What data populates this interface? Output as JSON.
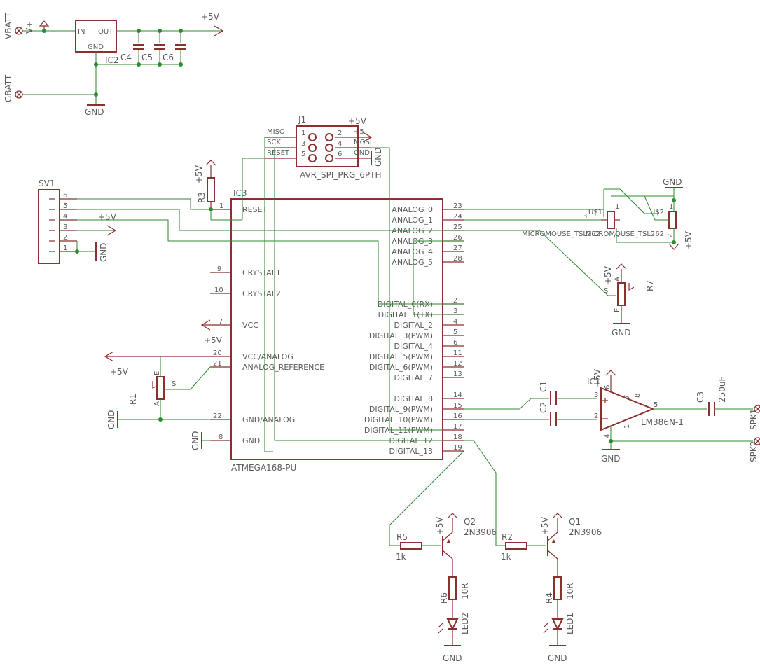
{
  "net": {
    "vbatt": "VBATT",
    "gbatt": "GBATT",
    "vplus": "V+",
    "p5": "+5V",
    "gnd": "GND"
  },
  "regulator": {
    "name": "IC2",
    "in": "IN",
    "out": "OUT",
    "gnd": "GND"
  },
  "caps_top": [
    "C4",
    "C5",
    "C6"
  ],
  "j1": {
    "name": "J1",
    "part": "AVR_SPI_PRG_6PTH",
    "left_labels": [
      "MISO",
      "SCK",
      "RESET"
    ],
    "right_labels": [
      "+5",
      "MOSI",
      "GND"
    ],
    "pins_left": [
      "1",
      "3",
      "5"
    ],
    "pins_right": [
      "2",
      "4",
      "6"
    ]
  },
  "sv1": {
    "name": "SV1",
    "pins": [
      "6",
      "5",
      "4",
      "3",
      "2",
      "1"
    ]
  },
  "ic3": {
    "name": "IC3",
    "part": "ATMEGA168-PU",
    "left_pins": [
      {
        "num": "1",
        "label": "RESET"
      },
      {
        "num": "9",
        "label": "CRYSTAL1"
      },
      {
        "num": "10",
        "label": "CRYSTAL2"
      },
      {
        "num": "7",
        "label": "VCC"
      },
      {
        "num": "20",
        "label": "VCC/ANALOG"
      },
      {
        "num": "21",
        "label": "ANALOG_REFERENCE"
      },
      {
        "num": "22",
        "label": "GND/ANALOG"
      },
      {
        "num": "8",
        "label": "GND"
      }
    ],
    "right_pins": [
      {
        "num": "23",
        "label": "ANALOG_0"
      },
      {
        "num": "24",
        "label": "ANALOG_1"
      },
      {
        "num": "25",
        "label": "ANALOG_2"
      },
      {
        "num": "26",
        "label": "ANALOG_3"
      },
      {
        "num": "27",
        "label": "ANALOG_4"
      },
      {
        "num": "28",
        "label": "ANALOG_5"
      },
      {
        "num": "2",
        "label": "DIGITAL_0(RX)"
      },
      {
        "num": "3",
        "label": "DIGITAL_1(TX)"
      },
      {
        "num": "4",
        "label": "DIGITAL_2"
      },
      {
        "num": "5",
        "label": "DIGITAL_3(PWM)"
      },
      {
        "num": "6",
        "label": "DIGITAL_4"
      },
      {
        "num": "11",
        "label": "DIGITAL_5(PWM)"
      },
      {
        "num": "12",
        "label": "DIGITAL_6(PWM)"
      },
      {
        "num": "13",
        "label": "DIGITAL_7"
      },
      {
        "num": "14",
        "label": "DIGITAL_8"
      },
      {
        "num": "15",
        "label": "DIGITAL_9(PWM)"
      },
      {
        "num": "16",
        "label": "DIGITAL_10(PWM)"
      },
      {
        "num": "17",
        "label": "DIGITAL_11(PWM)"
      },
      {
        "num": "18",
        "label": "DIGITAL_12"
      },
      {
        "num": "19",
        "label": "DIGITAL_13"
      }
    ]
  },
  "sensors": {
    "u1": "U$1",
    "u2": "U$2",
    "part": "MICROMOUSE_TSL262",
    "pin3": "3",
    "pin1": "1",
    "pin2": "2"
  },
  "r7": {
    "name": "R7",
    "s": "S",
    "a": "A",
    "e": "E"
  },
  "r1": {
    "name": "R1",
    "s": "S",
    "a": "A",
    "e": "E"
  },
  "r3": {
    "name": "R3"
  },
  "amp": {
    "name": "IC1",
    "part": "LM386N-1",
    "pins": [
      "6",
      "3",
      "2",
      "4",
      "5",
      "8",
      "1",
      "7"
    ]
  },
  "caps_amp": {
    "c1": "C1",
    "c2": "C2",
    "c3": "C3",
    "c3_value": "250uF"
  },
  "speaker": {
    "spk1": "SPK1",
    "spk2": "SPK2"
  },
  "q2": {
    "name": "Q2",
    "part": "2N3906"
  },
  "q1": {
    "name": "Q1",
    "part": "2N3906"
  },
  "r5": {
    "name": "R5",
    "value": "1k"
  },
  "r2": {
    "name": "R2",
    "value": "1k"
  },
  "r6": {
    "name": "R6",
    "value": "10R"
  },
  "r4": {
    "name": "R4",
    "value": "10R"
  },
  "led2": {
    "name": "LED2"
  },
  "led1": {
    "name": "LED1"
  }
}
